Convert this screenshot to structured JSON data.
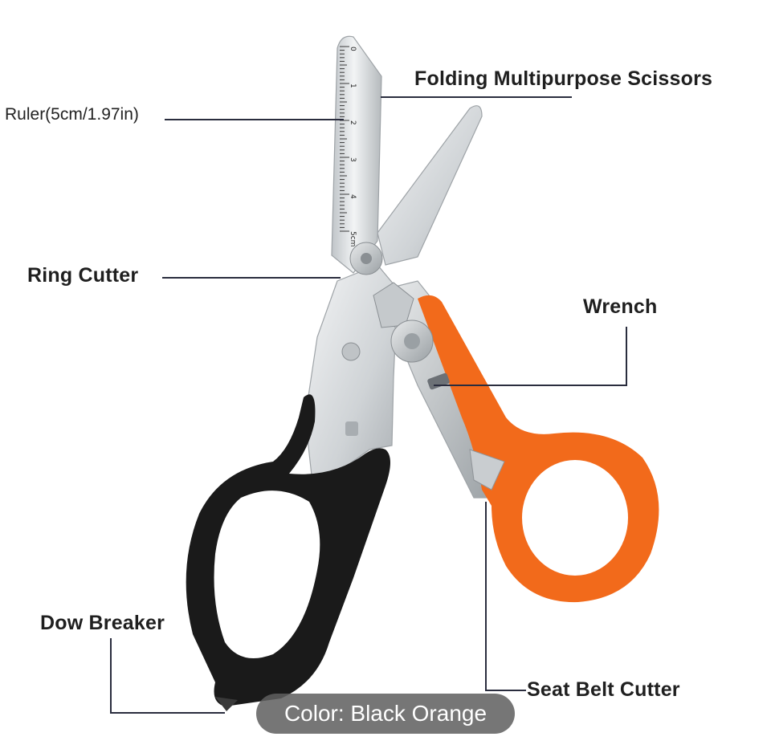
{
  "labels": {
    "ruler": "Ruler(5cm/1.97in)",
    "folding": "Folding Multipurpose Scissors",
    "ring_cutter": "Ring Cutter",
    "wrench": "Wrench",
    "dow_breaker": "Dow Breaker",
    "seat_belt_cutter": "Seat Belt Cutter"
  },
  "ruler_ticks": [
    "0",
    "1",
    "2",
    "3",
    "4",
    "5cm"
  ],
  "color_badge": "Color: Black Orange",
  "colors": {
    "handle_left": "#1a1a1a",
    "handle_right": "#f26a1b",
    "blade": "#d9dde0",
    "leader_line": "#2a2d3e"
  }
}
